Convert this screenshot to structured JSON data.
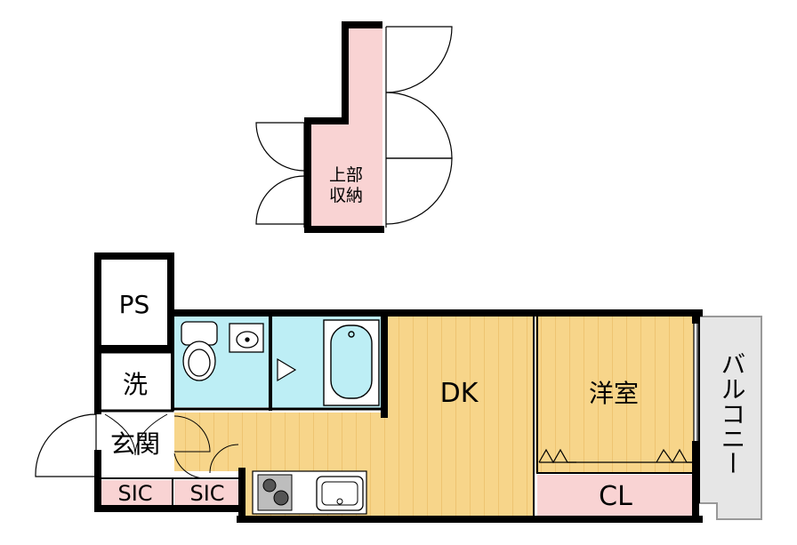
{
  "rooms": {
    "upper_storage_line1": "上部",
    "upper_storage_line2": "収納",
    "ps": "PS",
    "wash": "洗",
    "entrance": "玄関",
    "sic_left": "SIC",
    "sic_right": "SIC",
    "dk": "DK",
    "western_room": "洋室",
    "closet": "CL",
    "balcony": "バルコニー"
  },
  "colors": {
    "floor": "#f7d58a",
    "floor_stripe": "#e9b860",
    "wet_area": "#bdeef5",
    "storage": "#f9d3d3",
    "wall": "#000000",
    "balcony": "#e6e6e6"
  },
  "icons": {
    "toilet": "toilet-icon",
    "wash_basin": "wash-basin-icon",
    "bathtub": "bathtub-icon",
    "stove": "stove-icon",
    "sink": "kitchen-sink-icon"
  }
}
